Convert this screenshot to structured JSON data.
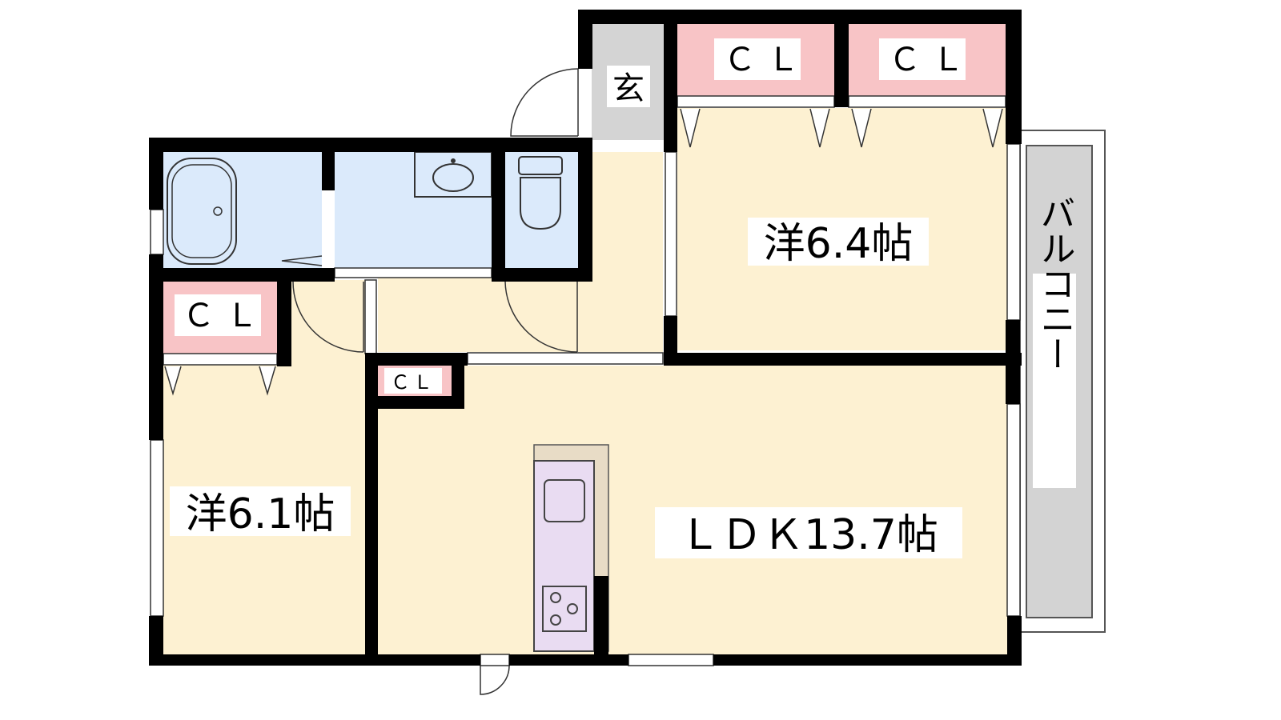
{
  "rooms": {
    "western_a": {
      "label": "洋6.4帖"
    },
    "western_b": {
      "label": "洋6.1帖"
    },
    "ldk": {
      "label": "ＬＤＫ13.7帖"
    }
  },
  "entrance": {
    "label": "玄"
  },
  "balcony": {
    "label": "バルコニー"
  },
  "closets": {
    "top_left": "ＣＬ",
    "top_right": "ＣＬ",
    "west_room": "ＣＬ",
    "small": "ＣＬ"
  },
  "colors": {
    "wall": "#000000",
    "room_floor": "#fdf1d2",
    "wet_area": "#dbeafb",
    "closet": "#f8c4c6",
    "entrance": "#d4d4d4",
    "balcony": "#d3d3d3",
    "kitchen": "#e9dcf2",
    "counter": "#e8dcc6"
  }
}
